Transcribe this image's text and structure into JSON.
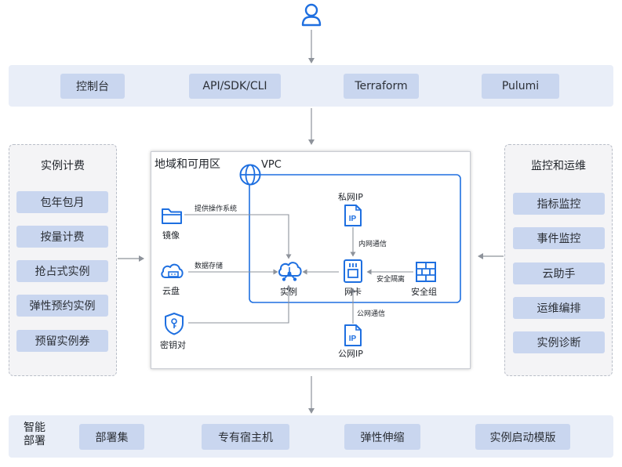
{
  "top_bar": {
    "items": [
      "控制台",
      "API/SDK/CLI",
      "Terraform",
      "Pulumi"
    ]
  },
  "left_panel": {
    "title": "实例计费",
    "items": [
      "包年包月",
      "按量计费",
      "抢占式实例",
      "弹性预约实例",
      "预留实例券"
    ]
  },
  "right_panel": {
    "title": "监控和运维",
    "items": [
      "指标监控",
      "事件监控",
      "云助手",
      "运维编排",
      "实例诊断"
    ]
  },
  "center": {
    "region_title": "地域和可用区",
    "vpc_label": "VPC",
    "image_label": "镜像",
    "disk_label": "云盘",
    "keypair_label": "密钥对",
    "instance_label": "实例",
    "nic_label": "网卡",
    "security_group_label": "安全组",
    "private_ip_label": "私网IP",
    "public_ip_label": "公网IP",
    "edge_os": "提供操作系统",
    "edge_storage": "数据存储",
    "edge_intranet": "内网通信",
    "edge_isolation": "安全隔离",
    "edge_public": "公网通信",
    "ip_icon_text": "IP"
  },
  "bottom_bar": {
    "title": "智能\n部署",
    "items": [
      "部署集",
      "专有宿主机",
      "弹性伸缩",
      "实例启动模版"
    ]
  },
  "colors": {
    "accent": "#1e6fe0",
    "band": "#e9eef8",
    "pill": "#c9d6ef",
    "arrow": "#8e939b"
  }
}
